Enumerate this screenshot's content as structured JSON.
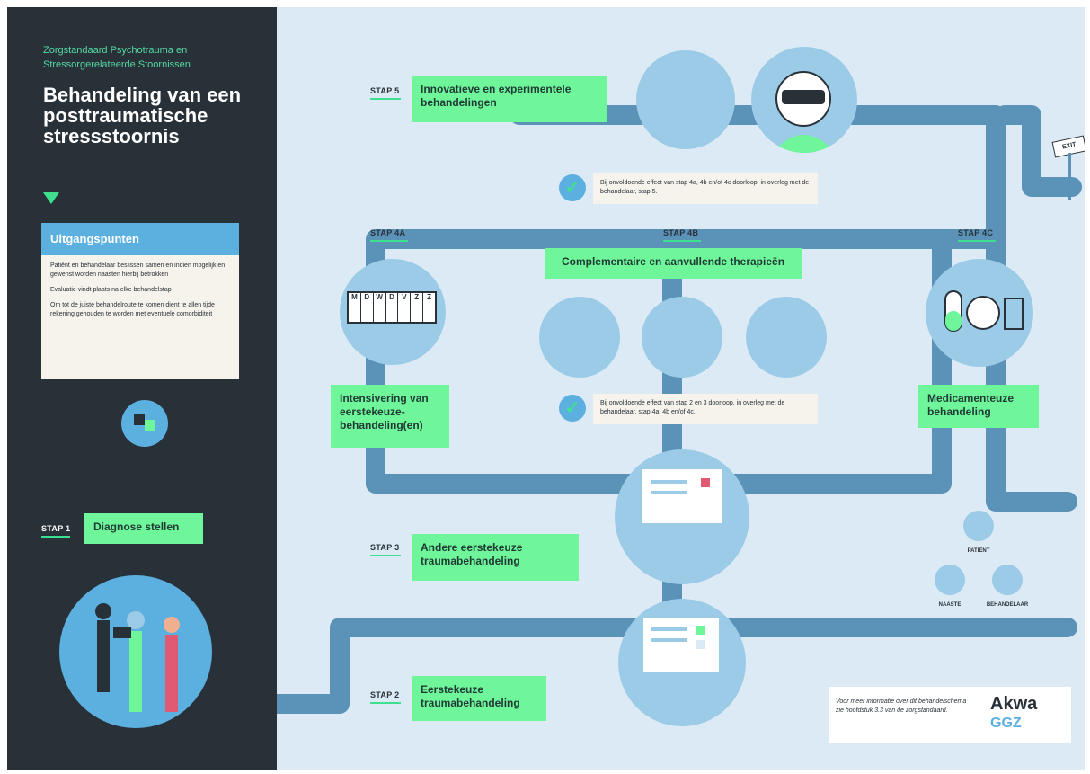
{
  "sidebar": {
    "subtitle": "Zorgstandaard Psychotrauma en Stressorgerelateerde Stoornissen",
    "title": "Behandeling van een posttraumatische stressstoornis",
    "principles": {
      "heading": "Uitgangspunten",
      "items": [
        "Patiënt en behandelaar beslissen samen en indien mogelijk en gewenst worden naasten hierbij betrokken",
        "Evaluatie vindt plaats na elke behandelstap",
        "Om tot de juiste behandelroute te komen dient te allen tijde rekening gehouden te worden met eventuele comorbiditeit"
      ]
    }
  },
  "steps": {
    "s1": {
      "label": "STAP 1",
      "text": "Diagnose stellen"
    },
    "s2": {
      "label": "STAP 2",
      "text": "Eerstekeuze traumabehandeling"
    },
    "s3": {
      "label": "STAP 3",
      "text": "Andere eerstekeuze traumabehandeling"
    },
    "s4a": {
      "label": "STAP 4A",
      "text": "Intensivering van eerstekeuze-behandeling(en)"
    },
    "s4b": {
      "label": "STAP 4B",
      "text": "Complementaire en aanvullende therapieën"
    },
    "s4c": {
      "label": "STAP 4C",
      "text": "Medicamenteuze behandeling"
    },
    "s5": {
      "label": "STAP 5",
      "text": "Innovatieve en experimentele behandelingen"
    }
  },
  "notes": {
    "to5": "Bij onvoldoende effect van stap 4a, 4b en/of 4c doorloop, in overleg met de behandelaar, stap 5.",
    "to4": "Bij onvoldoende effect van stap 2 en 3 doorloop, in overleg met de behandelaar, stap 4a, 4b en/of 4c."
  },
  "calendar_days": [
    "M",
    "D",
    "W",
    "D",
    "V",
    "Z",
    "Z"
  ],
  "exit_sign": "EXIT",
  "legend": {
    "patient": "PATIËNT",
    "naaste": "NAASTE",
    "behandelaar": "BEHANDELAAR"
  },
  "footer": {
    "info": "Voor meer informatie over dit behandelschema zie hoofdstuk 3.3 van de zorgstandaard.",
    "logo_top": "Akwa",
    "logo_bottom": "GGZ"
  },
  "colors": {
    "sidebar": "#283138",
    "path": "#5a92b8",
    "green": "#6ff59a",
    "blue": "#5cb0e0",
    "background": "#dceaf5"
  }
}
